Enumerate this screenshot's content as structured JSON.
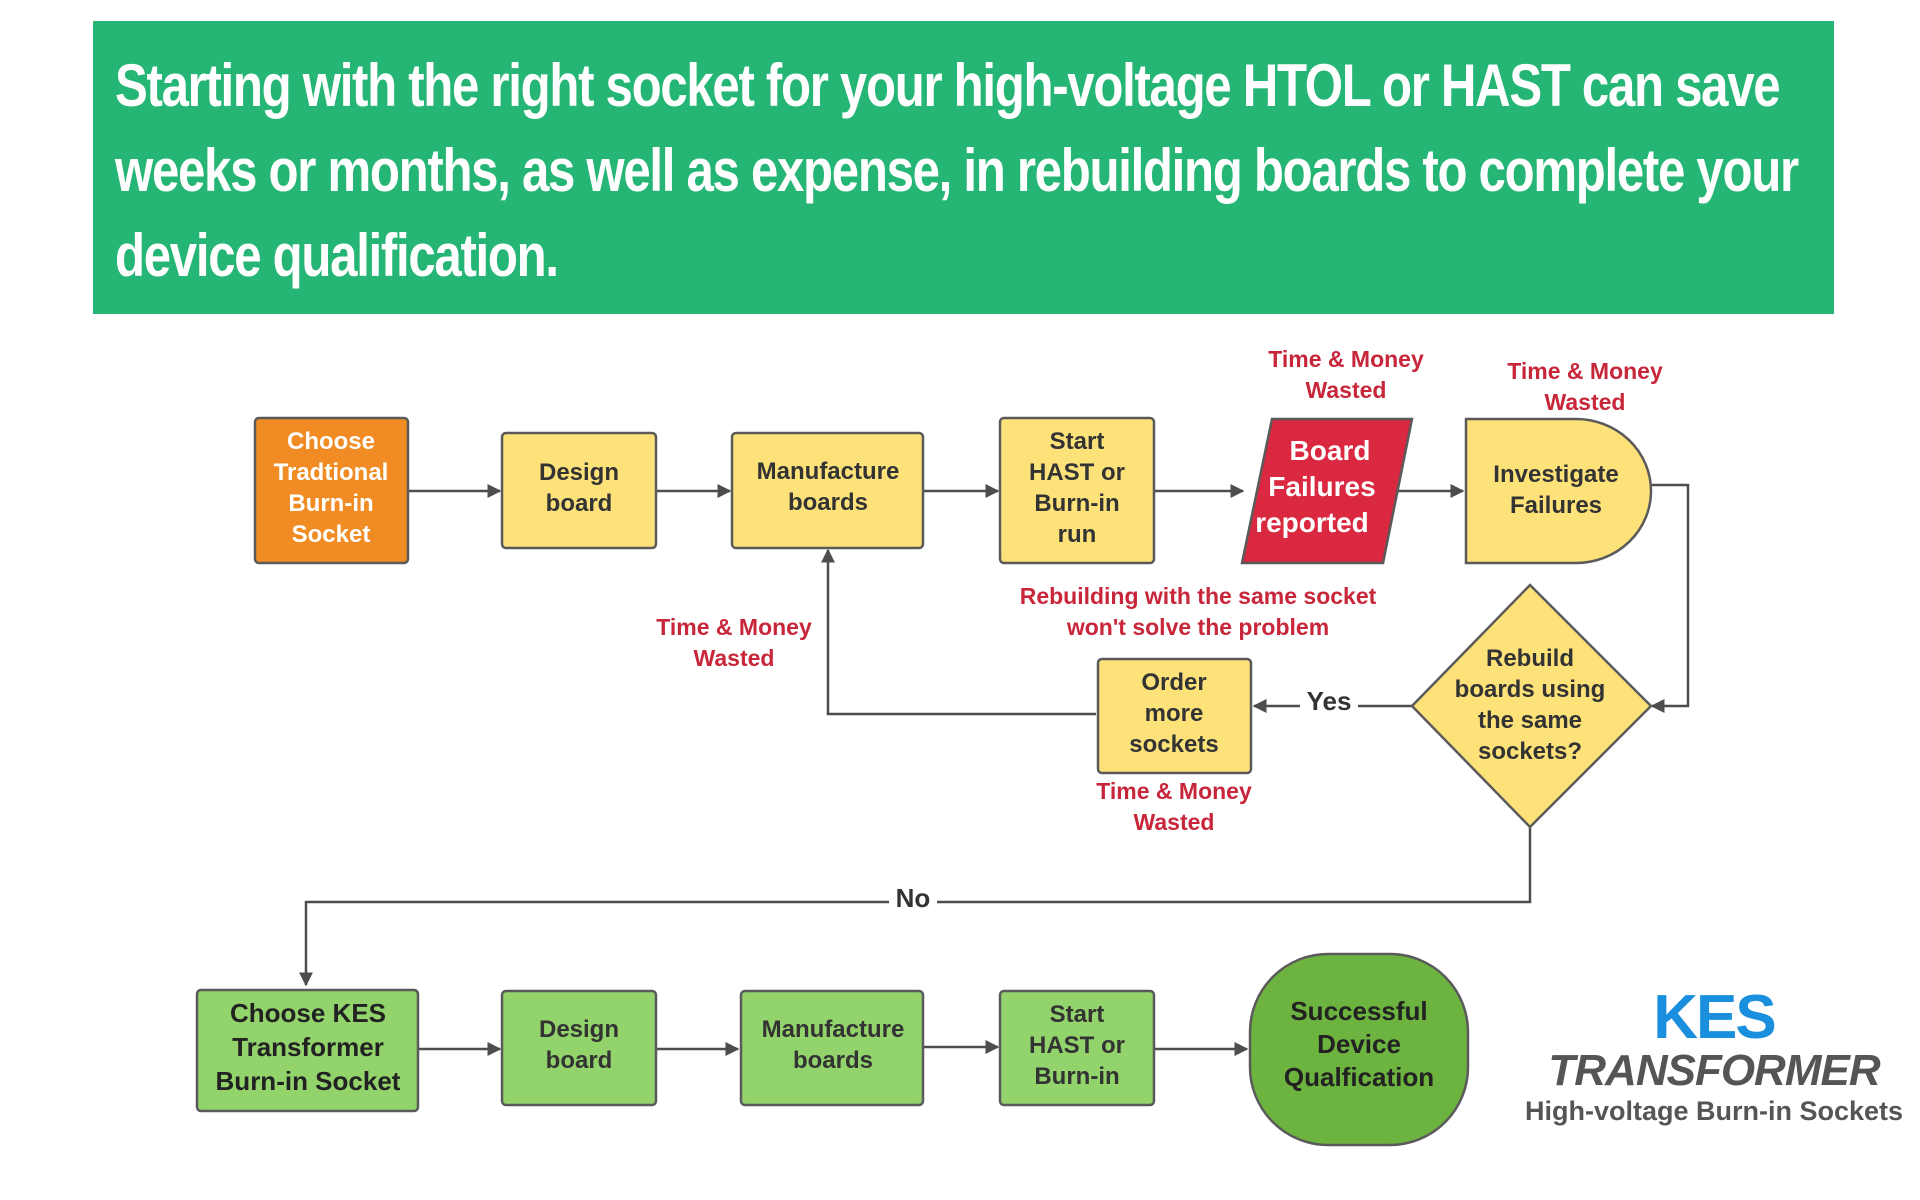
{
  "banner": {
    "text": "Starting with the right socket for your high-voltage HTOL or HAST can save weeks or months, as well as expense, in rebuilding boards to complete your device qualification."
  },
  "top_flow": {
    "choose_traditional": [
      "Choose",
      "Tradtional",
      "Burn-in",
      "Socket"
    ],
    "design_board": [
      "Design",
      "board"
    ],
    "manufacture_boards": [
      "Manufacture",
      "boards"
    ],
    "start_hast": [
      "Start",
      "HAST or",
      "Burn-in",
      "run"
    ],
    "board_failures": [
      "Board",
      "Failures",
      "reported"
    ],
    "investigate_failures": [
      "Investigate",
      "Failures"
    ],
    "rebuild_decision": [
      "Rebuild",
      "boards using",
      "the same",
      "sockets?"
    ],
    "order_more_sockets": [
      "Order",
      "more",
      "sockets"
    ]
  },
  "annotations": {
    "time_money_failures": [
      "Time & Money",
      "Wasted"
    ],
    "time_money_investigate": [
      "Time & Money",
      "Wasted"
    ],
    "time_money_manufacture": [
      "Time & Money",
      "Wasted"
    ],
    "time_money_order": [
      "Time & Money",
      "Wasted"
    ],
    "rebuilding_note": [
      "Rebuilding with the same socket",
      "won't solve the problem"
    ]
  },
  "edge_labels": {
    "yes": "Yes",
    "no": "No"
  },
  "bottom_flow": {
    "choose_kes": [
      "Choose KES",
      "Transformer",
      "Burn-in Socket"
    ],
    "design_board": [
      "Design",
      "board"
    ],
    "manufacture_boards": [
      "Manufacture",
      "boards"
    ],
    "start_hast": [
      "Start",
      "HAST or",
      "Burn-in"
    ],
    "successful_qualification": [
      "Successful",
      "Device",
      "Qualfication"
    ]
  },
  "logo": {
    "brand": "KES",
    "product": "TRANSFORMER",
    "tagline": "High-voltage Burn-in Sockets"
  },
  "colors": {
    "banner_green": "#25b574",
    "orange": "#f08c23",
    "yellow": "#fde27a",
    "red": "#d9283f",
    "light_green": "#92d36b",
    "dark_green": "#6db33f",
    "annotation_red": "#c8263a",
    "logo_blue": "#1a8fdd"
  }
}
